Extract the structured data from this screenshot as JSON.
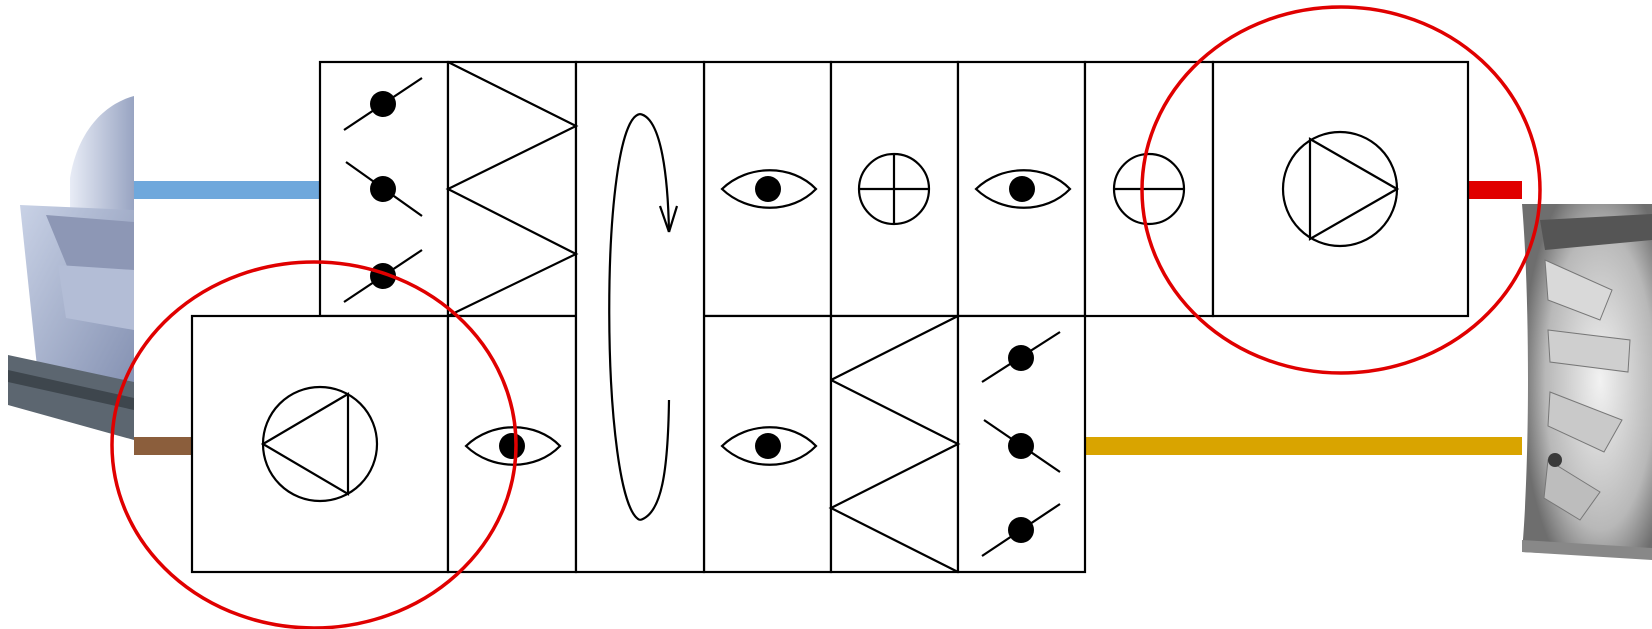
{
  "diagram": {
    "type": "air-handling-unit-schematic",
    "colors": {
      "outdoor_air_duct": "#6fa8dc",
      "extract_air_duct": "#8b5e3c",
      "supply_air_duct": "#e00000",
      "exhaust_air_duct": "#d9a400",
      "highlight_ring": "#e00000",
      "line": "#000000"
    },
    "supply_row": [
      "damper-icon",
      "filter-icon",
      "rotary-heat-exchanger-icon",
      "sensor-icon",
      "heating-coil-icon",
      "sensor-icon",
      "cooling-coil-icon",
      "supply-fan-icon"
    ],
    "extract_row": [
      "extract-fan-icon",
      "sensor-icon",
      "rotary-heat-exchanger-icon",
      "sensor-icon",
      "filter-icon",
      "damper-icon"
    ],
    "photos": [
      "centrifugal-fan-photo",
      "axial-fan-photo"
    ],
    "highlighted_components": [
      "extract-fan",
      "supply-fan"
    ]
  }
}
